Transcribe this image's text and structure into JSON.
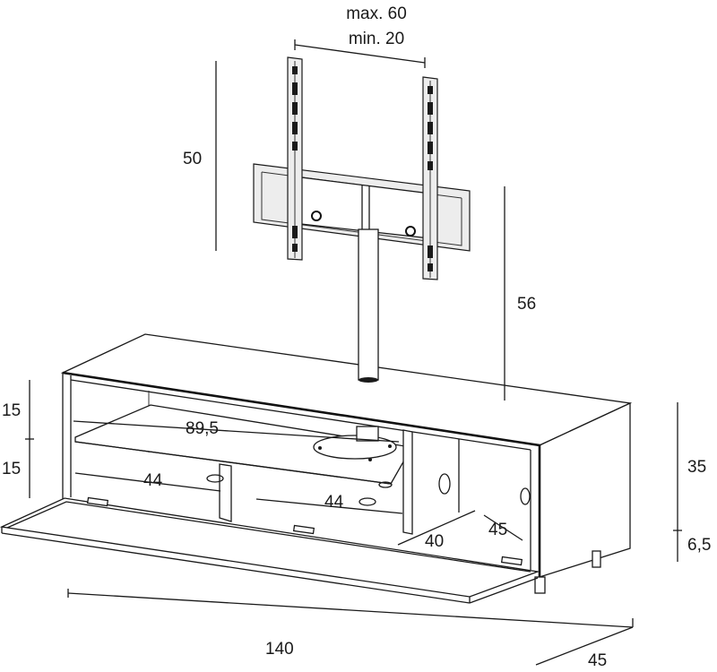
{
  "diagram": {
    "dimensions": {
      "mount_max": "max. 60",
      "mount_min": "min. 20",
      "bracket_height": "50",
      "column_height": "56",
      "shelf_top": "15",
      "shelf_bottom": "15",
      "inner_width": "89,5",
      "left_compartment": "44",
      "middle_compartment": "44",
      "right_compartment_width": "40",
      "right_compartment_depth": "45",
      "cabinet_height": "35",
      "leg_height": "6,5",
      "total_width": "140",
      "total_depth": "45"
    }
  }
}
